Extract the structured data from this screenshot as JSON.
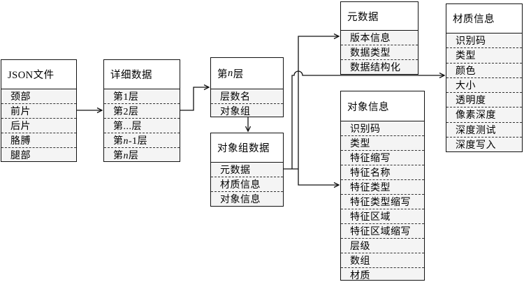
{
  "diagram": {
    "boxes": [
      {
        "id": "json-file",
        "title": "JSON文件",
        "rows": [
          "颈部",
          "前片",
          "后片",
          "胳膊",
          "腿部"
        ]
      },
      {
        "id": "detail-data",
        "title": "详细数据",
        "rows": [
          "第1层",
          "第2层",
          "第...层",
          "第n-1层",
          "第n层"
        ]
      },
      {
        "id": "layer-n",
        "title": "第n层",
        "rows": [
          "层数名",
          "对象组"
        ]
      },
      {
        "id": "object-group-data",
        "title": "对象组数据",
        "rows": [
          "元数据",
          "材质信息",
          "对象信息"
        ]
      },
      {
        "id": "metadata",
        "title": "元数据",
        "rows": [
          "版本信息",
          "数据类型",
          "数据结构化"
        ]
      },
      {
        "id": "object-info",
        "title": "对象信息",
        "rows": [
          "识别码",
          "类型",
          "特征缩写",
          "特征名称",
          "特征类型",
          "特征类型缩写",
          "特征区域",
          "特征区域缩写",
          "层级",
          "数组",
          "材质"
        ]
      },
      {
        "id": "material-info",
        "title": "材质信息",
        "rows": [
          "识别码",
          "类型",
          "颜色",
          "大小",
          "透明度",
          "像素深度",
          "深度测试",
          "深度写入"
        ]
      }
    ],
    "colors": {
      "line": "#111111",
      "border": "#111111",
      "header_bg": "#ffffff",
      "row_bg": "#f4f4f4",
      "canvas_bg": "#ffffff"
    }
  }
}
